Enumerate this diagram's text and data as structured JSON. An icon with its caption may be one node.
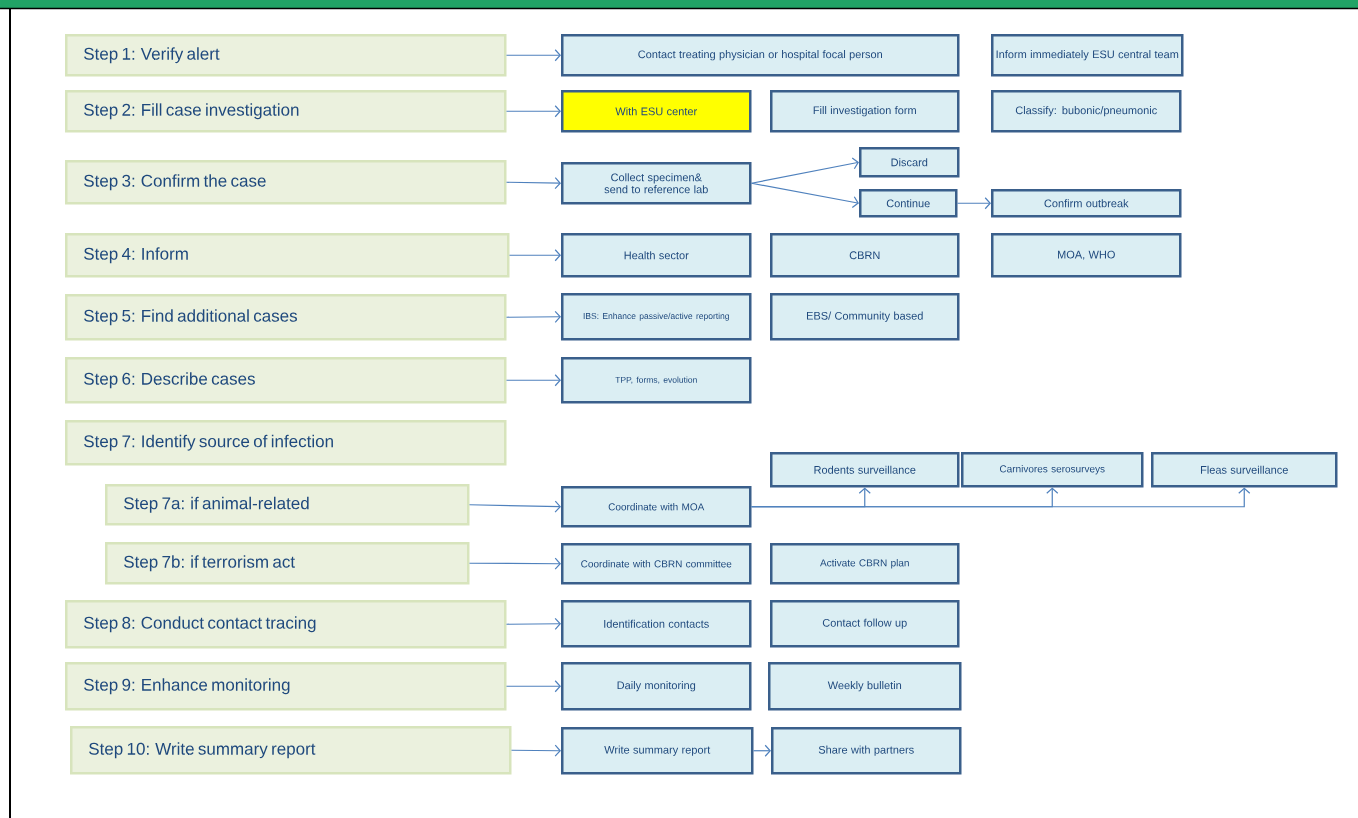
{
  "diagram": {
    "nodes": [
      {
        "text": [
          "Step 1: Verify alert"
        ]
      },
      {
        "text": [
          "Contact treating physician or hospital focal person"
        ]
      },
      {
        "text": [
          "Inform immediately ESU central team"
        ]
      },
      {
        "text": [
          "Step 2: Fill case investigation"
        ]
      },
      {
        "text": [
          "With ESU center"
        ]
      },
      {
        "text": [
          "Fill investigation form"
        ]
      },
      {
        "text": [
          "Classify: bubonic/pneumonic"
        ]
      },
      {
        "text": [
          "Step 3: Confirm the case"
        ]
      },
      {
        "text": [
          "Collect specimen& send to reference lab"
        ]
      },
      {
        "text": [
          "Discard"
        ]
      },
      {
        "text": [
          "Continue"
        ]
      },
      {
        "text": [
          "Confirm outbreak"
        ]
      },
      {
        "text": [
          "Step 4: Inform"
        ]
      },
      {
        "text": [
          "Health sector"
        ]
      },
      {
        "text": [
          "CBRN"
        ]
      },
      {
        "text": [
          "MOA, WHO"
        ]
      },
      {
        "text": [
          "Step 5: Find additional cases"
        ]
      },
      {
        "text": [
          "IBS: Enhance passive/active reporting"
        ]
      },
      {
        "text": [
          "EBS/ Community based"
        ]
      },
      {
        "text": [
          "Step 6: Describe cases"
        ]
      },
      {
        "text": [
          "TPP, forms, evolution"
        ]
      },
      {
        "text": [
          "Step 7: Identify source of infection"
        ]
      },
      {
        "text": [
          "Step 7a: if animal-related"
        ]
      },
      {
        "text": [
          "Rodents surveillance"
        ]
      },
      {
        "text": [
          "Carnivores serosurveys"
        ]
      },
      {
        "text": [
          "Fleas surveillance"
        ]
      },
      {
        "text": [
          "Coordinate with MOA"
        ]
      },
      {
        "text": [
          "Step 7b: if terrorism act"
        ]
      },
      {
        "text": [
          "Coordinate with CBRN committee"
        ]
      },
      {
        "text": [
          "Activate CBRN plan"
        ]
      },
      {
        "text": [
          "Step 8: Conduct contact tracing"
        ]
      },
      {
        "text": [
          "Identification contacts"
        ]
      },
      {
        "text": [
          "Contact follow up"
        ]
      },
      {
        "text": [
          "Step 9: Enhance monitoring"
        ]
      },
      {
        "text": [
          "Daily monitoring"
        ]
      },
      {
        "text": [
          "Weekly bulletin"
        ]
      },
      {
        "text": [
          "Step 10: Write summary report"
        ]
      },
      {
        "text": [
          "Write summary report"
        ]
      },
      {
        "text": [
          "Share  with partners"
        ]
      }
    ],
    "edges": [
      {
        "from": 0,
        "to": 1,
        "arrow": "to"
      },
      {
        "from": 3,
        "to": 4,
        "arrow": "to"
      },
      {
        "from": 7,
        "to": 8,
        "arrow": "to"
      },
      {
        "from": 8,
        "to": 9,
        "arrow": "to"
      },
      {
        "from": 8,
        "to": 10,
        "arrow": "to"
      },
      {
        "from": 10,
        "to": 11,
        "arrow": "to"
      },
      {
        "from": 12,
        "to": 13,
        "arrow": "to"
      },
      {
        "from": 16,
        "to": 17,
        "arrow": "to"
      },
      {
        "from": 19,
        "to": 20,
        "arrow": "to"
      },
      {
        "from": 22,
        "to": 26,
        "arrow": "to"
      },
      {
        "from": 26,
        "to": 23,
        "arrow": "to"
      },
      {
        "from": 26,
        "to": 24,
        "arrow": "to"
      },
      {
        "from": 26,
        "to": 25,
        "arrow": "to"
      },
      {
        "from": 27,
        "to": 28,
        "arrow": "to"
      },
      {
        "from": 30,
        "to": 31,
        "arrow": "to"
      },
      {
        "from": 33,
        "to": 34,
        "arrow": "to"
      },
      {
        "from": 36,
        "to": 37,
        "arrow": "to"
      },
      {
        "from": 37,
        "to": 38,
        "arrow": "to"
      }
    ]
  }
}
